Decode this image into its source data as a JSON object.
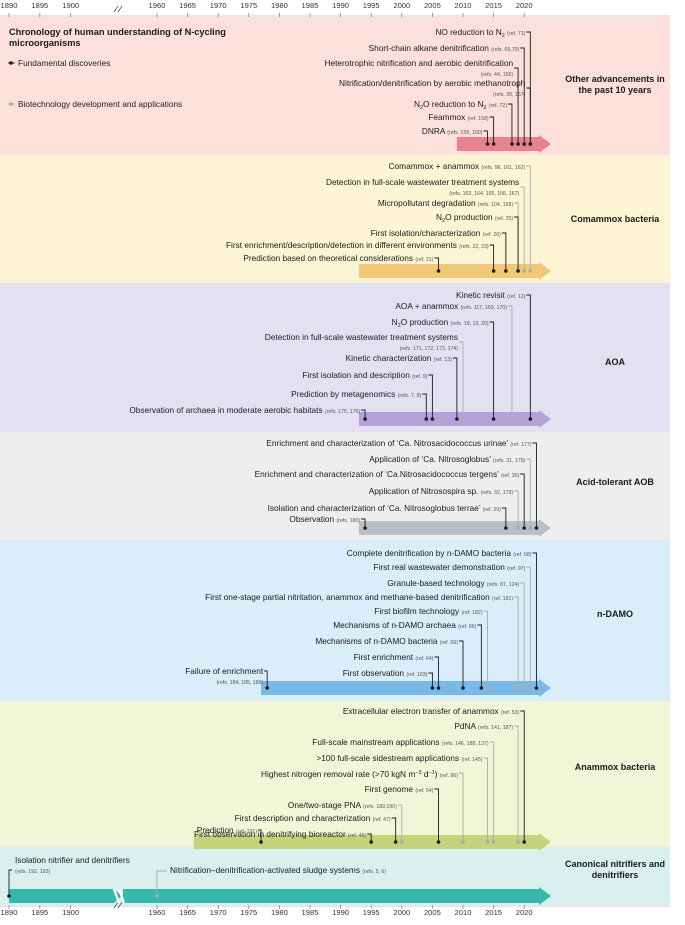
{
  "title": "Chronology of human understanding of N-cycling microorganisms",
  "axis_ticks": [
    "1890",
    "1895",
    "1900",
    "1960",
    "1965",
    "1970",
    "1975",
    "1980",
    "1985",
    "1990",
    "1995",
    "2000",
    "2005",
    "2010",
    "2015",
    "2020"
  ],
  "legend": {
    "fundamental": "Fundamental discoveries",
    "biotech": "Biotechnology development and applications"
  },
  "colors": {
    "fundamental": "#1c1c1c",
    "biotech": "#aaaaaa"
  },
  "panels": [
    {
      "id": "other",
      "title": "Other advancements in the past 10 years",
      "bg": "#fde0dc",
      "arrow": "#e8828e",
      "events": [
        {
          "label": "NO reduction to N₂",
          "ref": "(ref. 71)",
          "year": 2021,
          "type": "fundamental"
        },
        {
          "label": "Short-chain alkane denitrification",
          "ref": "(refs. 69,70)",
          "year": 2020,
          "type": "fundamental"
        },
        {
          "label": "Heterotrophic nitrification and aerobic denitrification",
          "ref": "(refs. 44, 156)",
          "year": 2019,
          "type": "fundamental"
        },
        {
          "label": "Nitrification/denitrification by aerobic methanotroph",
          "ref": "(refs. 39, 157)",
          "year": 2021,
          "type": "fundamental"
        },
        {
          "label": "N₂O reduction to N₂",
          "ref": "(ref. 72)",
          "year": 2018,
          "type": "fundamental"
        },
        {
          "label": "Feammox",
          "ref": "(ref. 158)",
          "year": 2015,
          "type": "fundamental"
        },
        {
          "label": "DNRA",
          "ref": "(refs. 159, 160)",
          "year": 2014,
          "type": "fundamental"
        }
      ]
    },
    {
      "id": "comammox",
      "title": "Comammox bacteria",
      "bg": "#fdf4d3",
      "arrow": "#f0c878",
      "events": [
        {
          "label": "Comammox + anammox",
          "ref": "(refs. 96, 161, 162)",
          "year": 2021,
          "type": "biotech"
        },
        {
          "label": "Detection in full-scale wastewater treatment systems",
          "ref": "(refs. 163, 164, 165, 166, 167)",
          "year": 2020,
          "type": "biotech"
        },
        {
          "label": "Micropollutant degradation",
          "ref": "(refs. 104, 168)",
          "year": 2019,
          "type": "biotech"
        },
        {
          "label": "N₂O production",
          "ref": "(ref. 25)",
          "year": 2019,
          "type": "fundamental"
        },
        {
          "label": "First isolation/characterization",
          "ref": "(ref. 26)",
          "year": 2017,
          "type": "fundamental"
        },
        {
          "label": "First enrichment/description/detection in different environments",
          "ref": "(refs. 22, 23)",
          "year": 2015,
          "type": "fundamental"
        },
        {
          "label": "Prediction based on theoretical considerations",
          "ref": "(ref. 21)",
          "year": 2006,
          "type": "fundamental"
        }
      ]
    },
    {
      "id": "aoa",
      "title": "AOA",
      "bg": "#e3e1f1",
      "arrow": "#b4a2d6",
      "events": [
        {
          "label": "Kinetic revisit",
          "ref": "(ref. 12)",
          "year": 2021,
          "type": "fundamental"
        },
        {
          "label": "AOA + anammox",
          "ref": "(refs. 117, 169, 170)",
          "year": 2018,
          "type": "biotech"
        },
        {
          "label": "N₂O production",
          "ref": "(refs. 18, 19, 20)",
          "year": 2015,
          "type": "fundamental"
        },
        {
          "label": "Detection in full-scale wastewater treatment systems",
          "ref": "(refs. 171, 172, 173, 174)",
          "year": 2010,
          "type": "biotech"
        },
        {
          "label": "Kinetic characterization",
          "ref": "(ref. 13)",
          "year": 2009,
          "type": "fundamental"
        },
        {
          "label": "First isolation and description",
          "ref": "(ref. 9)",
          "year": 2005,
          "type": "fundamental"
        },
        {
          "label": "Prediction by metagenomics",
          "ref": "(refs. 7, 8)",
          "year": 2004,
          "type": "fundamental"
        },
        {
          "label": "Observation of archaea in moderate aerobic habitats",
          "ref": "(refs. 175, 176)",
          "year": 1994,
          "type": "fundamental"
        }
      ]
    },
    {
      "id": "acid",
      "title": "Acid-tolerant AOB",
      "bg": "#eeeeee",
      "arrow": "#b9bfc9",
      "events": [
        {
          "label": "Enrichment and characterization of ‘Ca. Nitrosacidococcus urinae’",
          "ref": "(ref. 177)",
          "year": 2022,
          "type": "fundamental"
        },
        {
          "label": "Application of ‘Ca. Nitrosoglobus’",
          "ref": "(refs. 31, 178)",
          "year": 2021,
          "type": "biotech"
        },
        {
          "label": "Enrichment and characterization of ‘Ca.Nitrosacidococcus tergens’",
          "ref": "(ref. 30)",
          "year": 2020,
          "type": "fundamental"
        },
        {
          "label": "Application of Nitrosospira sp.",
          "ref": "(refs. 32, 179)",
          "year": 2019,
          "type": "biotech"
        },
        {
          "label": "Isolation and characterization of ‘Ca. Nitrosoglobus terrae’",
          "ref": "(ref. 29)",
          "year": 2017,
          "type": "fundamental"
        },
        {
          "label": "Observation",
          "ref": "(refs. 180)",
          "year": 1994,
          "type": "fundamental"
        }
      ]
    },
    {
      "id": "ndamo",
      "title": "n-DAMO",
      "bg": "#d9eefa",
      "arrow": "#79b9e8",
      "events": [
        {
          "label": "Complete denitrification by n-DAMO bacteria",
          "ref": "(ref. 68)",
          "year": 2022,
          "type": "fundamental"
        },
        {
          "label": "First real wastewater demonstration",
          "ref": "(ref. 97)",
          "year": 2021,
          "type": "biotech"
        },
        {
          "label": "Granule-based technology",
          "ref": "(refs. 87, 124)",
          "year": 2020,
          "type": "biotech"
        },
        {
          "label": "First one-stage partial nitritation, anammox and methane-based denitrification",
          "ref": "(ref. 181)",
          "year": 2019,
          "type": "biotech"
        },
        {
          "label": "First biofilm technology",
          "ref": "(ref. 182)",
          "year": 2014,
          "type": "biotech"
        },
        {
          "label": "Mechanisms of n-DAMO archaea",
          "ref": "(ref. 66)",
          "year": 2013,
          "type": "fundamental"
        },
        {
          "label": "Mechanisms of n-DAMO bacteria",
          "ref": "(ref. 65)",
          "year": 2010,
          "type": "fundamental"
        },
        {
          "label": "First enrichment",
          "ref": "(ref. 64)",
          "year": 2006,
          "type": "fundamental"
        },
        {
          "label": "First observation",
          "ref": "(ref. 183)",
          "year": 2005,
          "type": "fundamental"
        },
        {
          "label": "Failure of enrichment",
          "ref": "(refs. 184, 185, 186)",
          "year": 1978,
          "type": "fundamental"
        }
      ]
    },
    {
      "id": "anammox",
      "title": "Anammox bacteria",
      "bg": "#f3f6d6",
      "arrow": "#c7d37a",
      "events": [
        {
          "label": "Extracellular electron transfer of anammox",
          "ref": "(ref. 53)",
          "year": 2020,
          "type": "fundamental"
        },
        {
          "label": "PdNA",
          "ref": "(refs. 141, 187)",
          "year": 2019,
          "type": "biotech"
        },
        {
          "label": "Full-scale mainstream applications",
          "ref": "(refs. 146, 188, 137)",
          "year": 2015,
          "type": "biotech"
        },
        {
          "label": ">100 full-scale sidestream applications",
          "ref": "(ref. 145)",
          "year": 2014,
          "type": "biotech"
        },
        {
          "label": "Highest nitrogen removal rate (>70 kgN m⁻³ d⁻¹)",
          "ref": "(ref. 86)",
          "year": 2010,
          "type": "biotech"
        },
        {
          "label": "First genome",
          "ref": "(ref. 54)",
          "year": 2006,
          "type": "fundamental"
        },
        {
          "label": "One/two-stage PNA",
          "ref": "(refs. 189,190)",
          "year": 2000,
          "type": "biotech"
        },
        {
          "label": "First description and characterization",
          "ref": "(ref. 47)",
          "year": 1999,
          "type": "fundamental"
        },
        {
          "label": "First observation in denitrifying bioreactor",
          "ref": "(ref. 46)",
          "year": 1995,
          "type": "fundamental"
        },
        {
          "label": "Prediction",
          "ref": "(ref. 191)",
          "year": 1977,
          "type": "fundamental"
        }
      ]
    },
    {
      "id": "canonical",
      "title": "Canonical nitrifiers and denitrifiers",
      "bg": "#d9f0ef",
      "arrow": "#36b9ad",
      "events": [
        {
          "label": "Isolation nitrifier and denitrifiers",
          "ref": "(refs. 192, 193)",
          "year": 1890,
          "type": "fundamental"
        },
        {
          "label": "Nitrification–denitrification-activated sludge systems",
          "ref": "(refs. 5, 6)",
          "year": 1960,
          "type": "biotech"
        }
      ]
    }
  ]
}
